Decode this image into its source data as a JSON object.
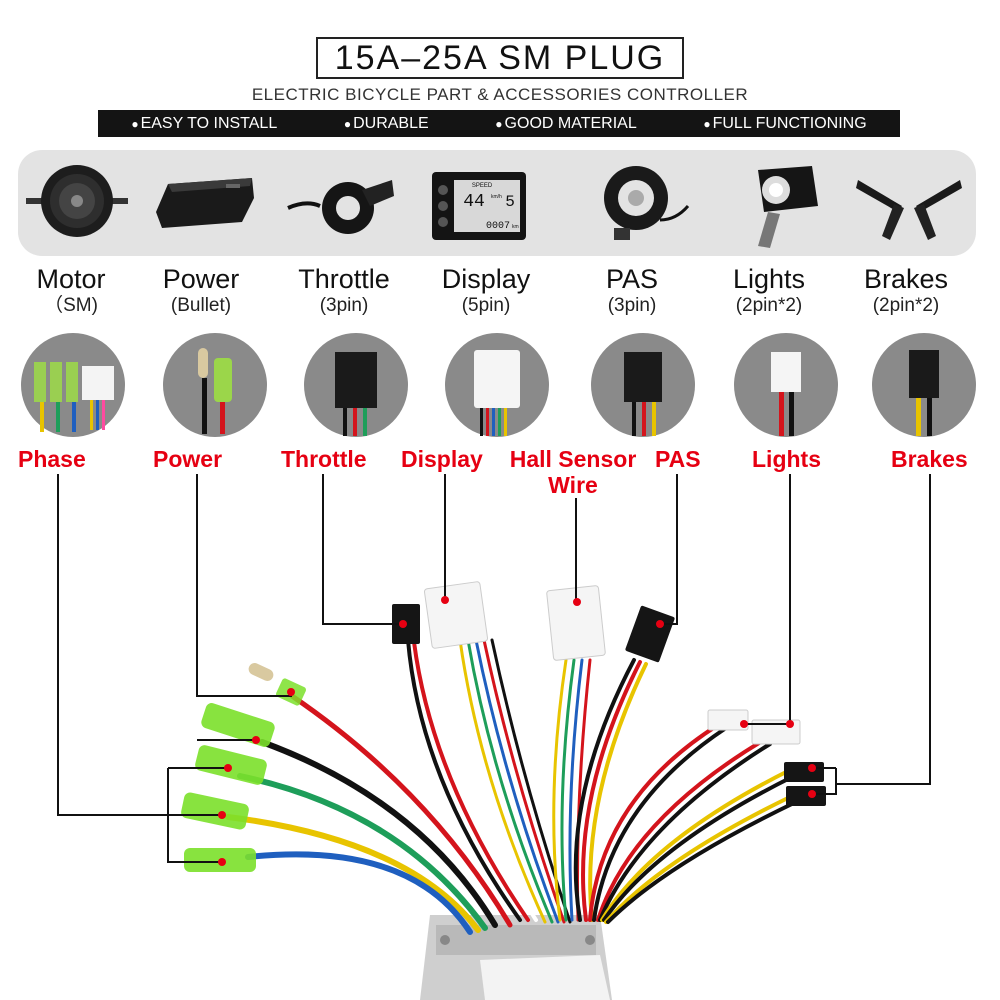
{
  "header": {
    "title": "15A–25A  SM  PLUG",
    "subtitle": "ELECTRIC BICYCLE PART & ACCESSORIES CONTROLLER",
    "features": [
      "EASY TO INSTALL",
      "DURABLE",
      "GOOD MATERIAL",
      "FULL FUNCTIONING"
    ]
  },
  "components": [
    {
      "name": "Motor",
      "sub": "（SM)",
      "icon": "hub-motor-icon"
    },
    {
      "name": "Power",
      "sub": "(Bullet)",
      "icon": "battery-icon"
    },
    {
      "name": "Throttle",
      "sub": "(3pin)",
      "icon": "thumb-throttle-icon"
    },
    {
      "name": "Display",
      "sub": "(5pin)",
      "icon": "lcd-display-icon"
    },
    {
      "name": "PAS",
      "sub": "(3pin)",
      "icon": "pas-sensor-icon"
    },
    {
      "name": "Lights",
      "sub": "(2pin*2)",
      "icon": "headlight-icon"
    },
    {
      "name": "Brakes",
      "sub": "(2pin*2)",
      "icon": "brake-lever-icon"
    }
  ],
  "display_screen": {
    "speed_label": "SPEED",
    "speed": "44",
    "unit": "km/h",
    "level": "5",
    "odo": "0007",
    "odo_unit": "km"
  },
  "wire_labels": {
    "phase": "Phase",
    "power": "Power",
    "throttle": "Throttle",
    "display": "Display",
    "hall": "Hall Sensor\nWire",
    "pas": "PAS",
    "lights": "Lights",
    "brakes": "Brakes"
  },
  "colors": {
    "label_red": "#e60012",
    "band_dark": "#141414",
    "band_light": "#e3e3e3",
    "connector_green": "#7be02a"
  }
}
